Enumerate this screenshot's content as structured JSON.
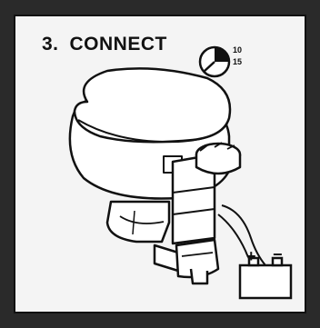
{
  "step": {
    "number": "3.",
    "title": "CONNECT"
  },
  "time_labels": [
    "10",
    "15"
  ],
  "battery": {
    "positive": "+",
    "negative": "−"
  },
  "colors": {
    "ink": "#111111",
    "paper": "#f4f4f4",
    "background": "#2a2a2a"
  },
  "icons": [
    "clock-icon",
    "toilet-illustration",
    "battery-icon"
  ]
}
